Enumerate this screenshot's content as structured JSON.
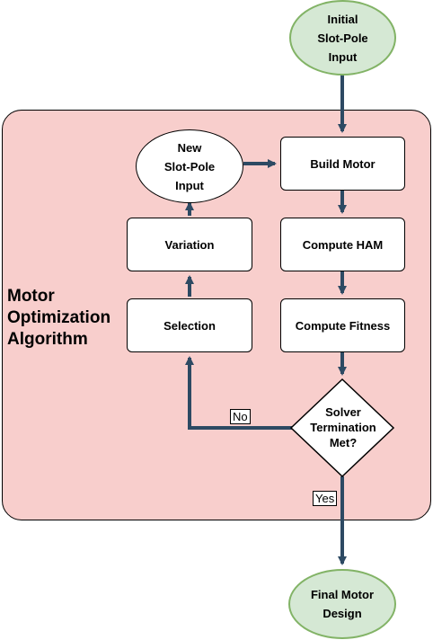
{
  "container": {
    "label": "Motor Optimization Algorithm"
  },
  "nodes": {
    "initial_input": "Initial\nSlot-Pole\nInput",
    "build_motor": "Build Motor",
    "compute_ham": "Compute HAM",
    "compute_fitness": "Compute Fitness",
    "solver_termination": "Solver\nTermination\nMet?",
    "new_input": "New\nSlot-Pole\nInput",
    "variation": "Variation",
    "selection": "Selection",
    "final_design": "Final Motor\nDesign"
  },
  "edge_labels": {
    "no": "No",
    "yes": "Yes"
  },
  "colors": {
    "container_fill": "#f8cecc",
    "terminal_fill": "#d5e8d4",
    "terminal_stroke": "#82b366",
    "arrow": "#2d4a63"
  }
}
